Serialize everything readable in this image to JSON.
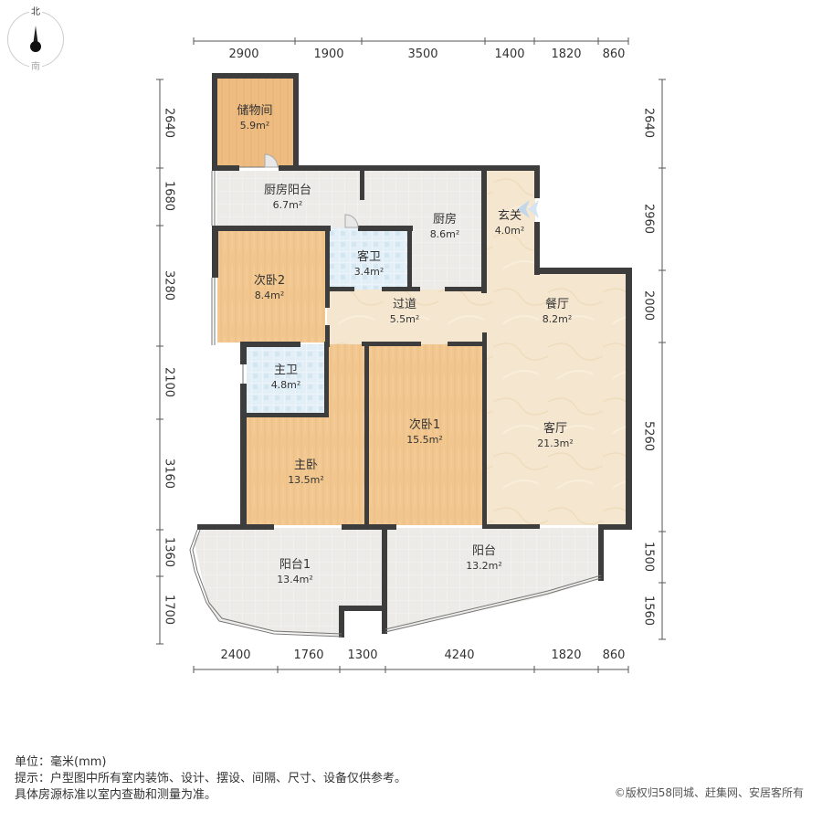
{
  "compass": {
    "north_label": "北",
    "south_label": "南",
    "icon": "compass-icon"
  },
  "dimensions": {
    "top": [
      "2900",
      "1900",
      "3500",
      "1400",
      "1820",
      "860"
    ],
    "bottom": [
      "2400",
      "1760",
      "1300",
      "4240",
      "1820",
      "860"
    ],
    "left": [
      "2640",
      "1680",
      "3280",
      "2100",
      "3160",
      "1360",
      "1700"
    ],
    "right": [
      "2640",
      "2960",
      "2000",
      "5260",
      "1500",
      "1560"
    ]
  },
  "rooms": [
    {
      "name": "储物间",
      "area": "5.9m²"
    },
    {
      "name": "厨房阳台",
      "area": "6.7m²"
    },
    {
      "name": "厨房",
      "area": "8.6m²"
    },
    {
      "name": "玄关",
      "area": "4.0m²"
    },
    {
      "name": "客卫",
      "area": "3.4m²"
    },
    {
      "name": "次卧2",
      "area": "8.4m²"
    },
    {
      "name": "过道",
      "area": "5.5m²"
    },
    {
      "name": "餐厅",
      "area": "8.2m²"
    },
    {
      "name": "主卫",
      "area": "4.8m²"
    },
    {
      "name": "次卧1",
      "area": "15.5m²"
    },
    {
      "name": "客厅",
      "area": "21.3m²"
    },
    {
      "name": "主卧",
      "area": "13.5m²"
    },
    {
      "name": "阳台1",
      "area": "13.4m²"
    },
    {
      "name": "阳台",
      "area": "13.2m²"
    }
  ],
  "colors": {
    "wall": "#3d3d3d",
    "wood_floor": "#f0c48c",
    "storage_floor": "#efbd82",
    "tile_grey": "#ecebe8",
    "tile_blue": "#dcebf5",
    "marble": "#f5e6cc"
  },
  "footer": {
    "unit": "单位：毫米(mm)",
    "notice": "提示：户型图中所有室内装饰、设计、摆设、间隔、尺寸、设备仅供参考。",
    "notice2": "具体房源标准以室内查勘和测量为准。",
    "copyright": "©版权归58同城、赶集网、安居客所有"
  }
}
